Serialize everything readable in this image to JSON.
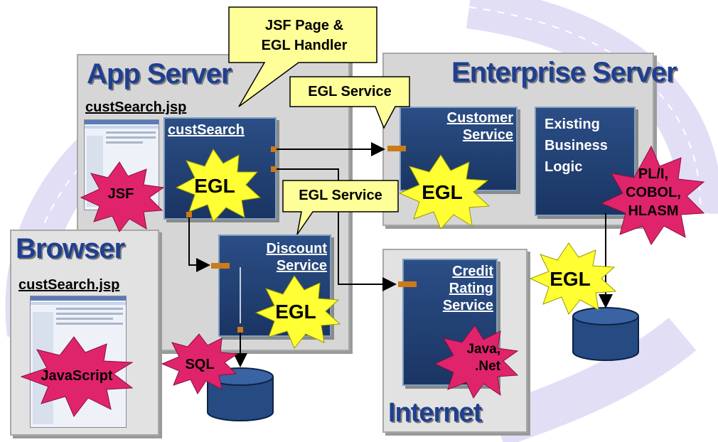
{
  "regions": {
    "app_server": "App Server",
    "enterprise_server": "Enterprise Server",
    "browser": "Browser",
    "internet": "Internet"
  },
  "pages": {
    "app_jsp": "custSearch.jsp",
    "browser_jsp": "custSearch.jsp"
  },
  "callouts": {
    "jsf_page": "JSF Page &\nEGL Handler",
    "egl_service_top": "EGL Service",
    "egl_service_mid": "EGL Service"
  },
  "services": {
    "cust_search": "custSearch",
    "customer_service": "Customer\nService",
    "existing_logic": "Existing\nBusiness\nLogic",
    "discount_service": "Discount\nService",
    "credit_rating": "Credit\nRating\nService"
  },
  "bursts": {
    "egl_custsearch": "EGL",
    "egl_customer": "EGL",
    "egl_discount": "EGL",
    "egl_db": "EGL",
    "jsf": "JSF",
    "javascript": "JavaScript",
    "sql": "SQL",
    "pli": "PL/I,\nCOBOL,\nHLASM",
    "java_net": "Java,\n.Net"
  },
  "colors": {
    "region_title": "#1f3f8f",
    "service_box": "#1e3a6e",
    "callout": "#ffff99",
    "egl_burst": "#ffff33",
    "tech_burst": "#e0246c",
    "connector": "#cc7a1a"
  }
}
